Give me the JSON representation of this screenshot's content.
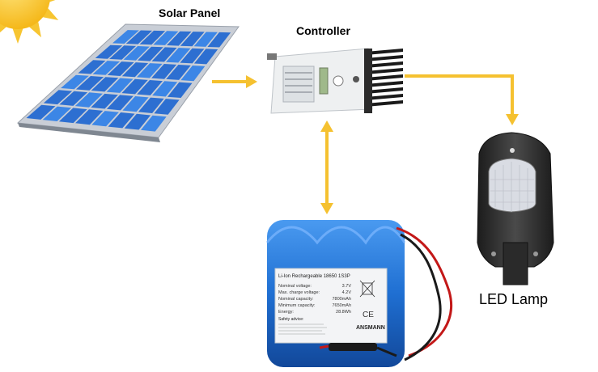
{
  "labels": {
    "solar_panel": "Solar Panel",
    "controller": "Controller",
    "led_lamp": "LED Lamp"
  },
  "battery": {
    "title": "Li-Ion Rechargeable 18650 1S3P",
    "specs": [
      {
        "k": "Nominal voltage:",
        "v": "3.7V"
      },
      {
        "k": "Max. charge voltage:",
        "v": "4.2V"
      },
      {
        "k": "Nominal capacity:",
        "v": "7800mAh"
      },
      {
        "k": "Minimum capacity:",
        "v": "7650mAh"
      },
      {
        "k": "Energy:",
        "v": "28.8Wh"
      }
    ],
    "safety": "Safety advice:",
    "brand": "ANSMANN"
  },
  "colors": {
    "arrow": "#f5c130",
    "panel_cell": "#2d6fd1",
    "panel_frame": "#c9ced6",
    "battery": "#1e6fd0",
    "sun": "#f7c531",
    "lamp": "#333333"
  }
}
